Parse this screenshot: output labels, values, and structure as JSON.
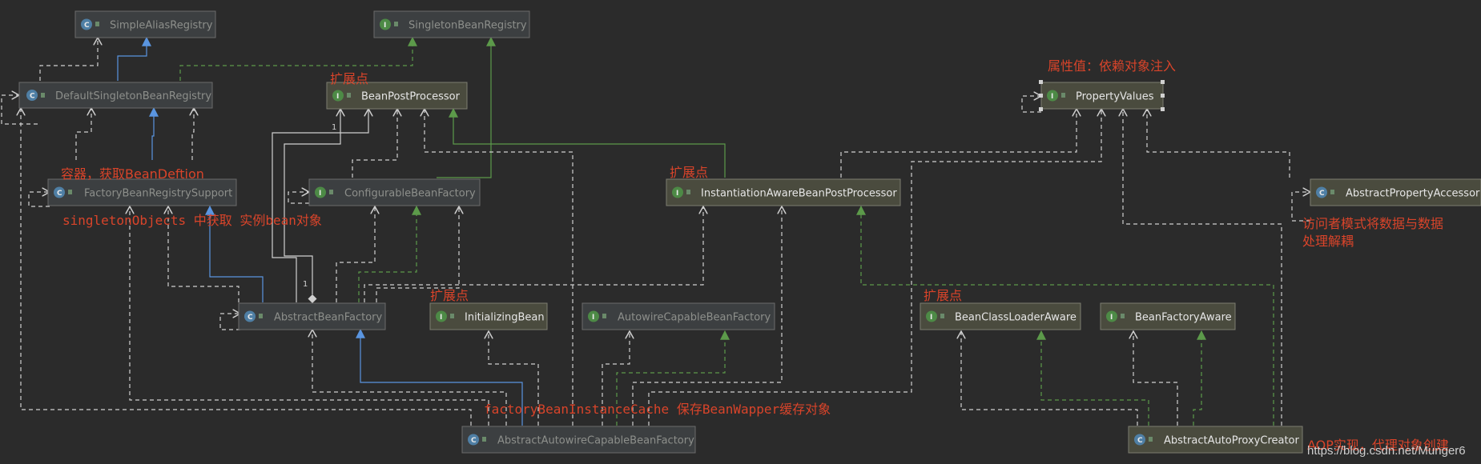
{
  "nodes": {
    "simple_alias_registry": {
      "label": "SimpleAliasRegistry",
      "kind": "class"
    },
    "singleton_bean_registry": {
      "label": "SingletonBeanRegistry",
      "kind": "interface"
    },
    "default_singleton_bean_registry": {
      "label": "DefaultSingletonBeanRegistry",
      "kind": "class"
    },
    "bean_post_processor": {
      "label": "BeanPostProcessor",
      "kind": "interface"
    },
    "property_values": {
      "label": "PropertyValues",
      "kind": "interface"
    },
    "factory_bean_registry_support": {
      "label": "FactoryBeanRegistrySupport",
      "kind": "class"
    },
    "configurable_bean_factory": {
      "label": "ConfigurableBeanFactory",
      "kind": "interface"
    },
    "instantiation_aware_bpp": {
      "label": "InstantiationAwareBeanPostProcessor",
      "kind": "interface"
    },
    "abstract_property_accessor": {
      "label": "AbstractPropertyAccessor",
      "kind": "class"
    },
    "abstract_bean_factory": {
      "label": "AbstractBeanFactory",
      "kind": "class"
    },
    "initializing_bean": {
      "label": "InitializingBean",
      "kind": "interface"
    },
    "autowire_capable_bean_factory": {
      "label": "AutowireCapableBeanFactory",
      "kind": "interface"
    },
    "bean_class_loader_aware": {
      "label": "BeanClassLoaderAware",
      "kind": "interface"
    },
    "bean_factory_aware": {
      "label": "BeanFactoryAware",
      "kind": "interface"
    },
    "abstract_autowire_capable_bean_factory": {
      "label": "AbstractAutowireCapableBeanFactory",
      "kind": "class"
    },
    "abstract_auto_proxy_creator": {
      "label": "AbstractAutoProxyCreator",
      "kind": "class"
    }
  },
  "badges": {
    "class": "C",
    "interface": "I"
  },
  "annotations": {
    "bpp_extension": "扩展点",
    "property_values_note": "属性值：依赖对象注入",
    "container_note": "容器，获取BeanDeftion",
    "singleton_objects_note": "singletonObjects 中获取 实例bean对象",
    "iabpp_extension": "扩展点",
    "accessor_note_line1": "访问者模式将数据与数据",
    "accessor_note_line2": "处理解耦",
    "initializing_extension": "扩展点",
    "classloader_extension": "扩展点",
    "cache_note": "factoryBeanInstanceCache  保存BeanWapper缓存对象",
    "aop_note": "AOP实现，代理对象创建"
  },
  "multiplicities": {
    "m1": "1",
    "m2": "1"
  },
  "watermark": "https://blog.csdn.net/Munger6",
  "colors": {
    "background": "#2b2b2b",
    "realization": "#5c9a4a",
    "generalization": "#5a95e0",
    "dependency": "#cfcfcf",
    "annotation": "#d9442a"
  }
}
